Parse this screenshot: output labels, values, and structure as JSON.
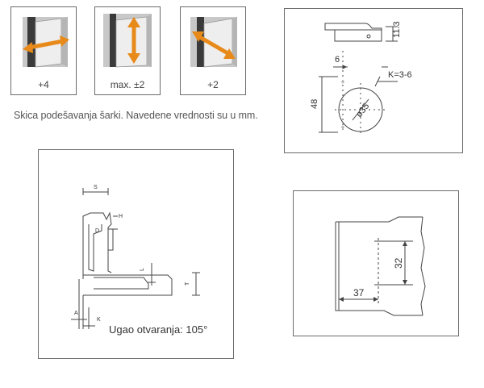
{
  "adjustments": [
    {
      "label": "+4",
      "arrow": "horizontal"
    },
    {
      "label": "max. ±2",
      "arrow": "vertical"
    },
    {
      "label": "+2",
      "arrow": "diagonal"
    }
  ],
  "caption": "Skica podešavanja šarki. Navedene vrednosti su u mm.",
  "mounting_plate": {
    "height": "11.3",
    "offset": "6",
    "k_range": "K=3-6",
    "cup_diameter": "ø35",
    "spacing": "48"
  },
  "hinge_section": {
    "labels": {
      "s": "S",
      "h": "H",
      "d": "D",
      "l": "L",
      "t": "T",
      "a": "A",
      "k": "K"
    },
    "opening_angle": "Ugao otvaranja: 105°"
  },
  "drilling": {
    "height": "32",
    "distance": "37"
  },
  "colors": {
    "arrow": "#e88a1a",
    "frame": "#6b6b6b",
    "line": "#444444"
  }
}
